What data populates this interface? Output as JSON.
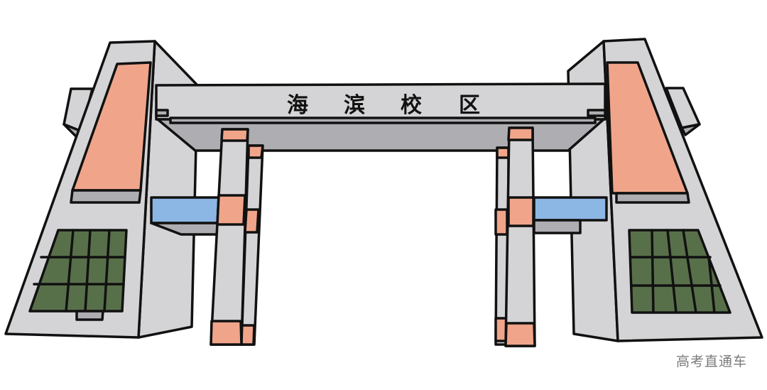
{
  "illustration": {
    "subject": "school-gate",
    "sign": {
      "chars": [
        "海",
        "滨",
        "校",
        "区"
      ]
    },
    "watermark": "高考直通车",
    "colors": {
      "wall": "#d4d4d6",
      "shade": "#aeadb2",
      "salmon": "#f0a58a",
      "glass": "#58704a",
      "blue": "#8cb6e3",
      "outline": "#111111",
      "watermark": "#7a7a7a"
    }
  }
}
